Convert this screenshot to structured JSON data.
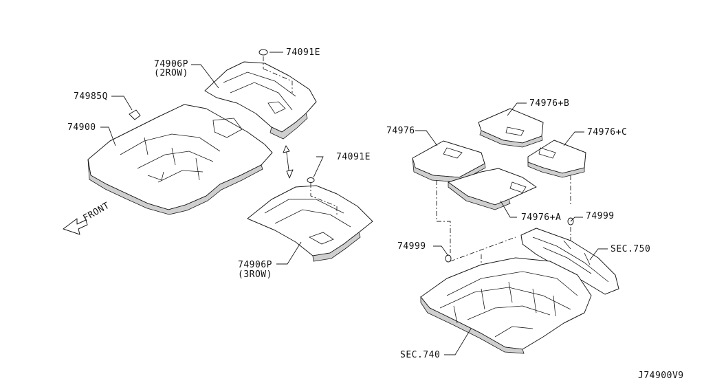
{
  "diagram": {
    "labels": {
      "l_74906p_2row_a": "74906P",
      "l_74906p_2row_b": "(2ROW)",
      "l_74091e_top": "74091E",
      "l_74985q": "74985Q",
      "l_74900": "74900",
      "l_front": "FRONT",
      "l_74091e_mid": "74091E",
      "l_74906p_3row_a": "74906P",
      "l_74906p_3row_b": "(3ROW)",
      "l_74976b": "74976+B",
      "l_74976": "74976",
      "l_74976c": "74976+C",
      "l_74976a": "74976+A",
      "l_74999_right": "74999",
      "l_74999_left": "74999",
      "l_sec750": "SEC.750",
      "l_sec740": "SEC.740",
      "l_code": "J74900V9"
    }
  }
}
